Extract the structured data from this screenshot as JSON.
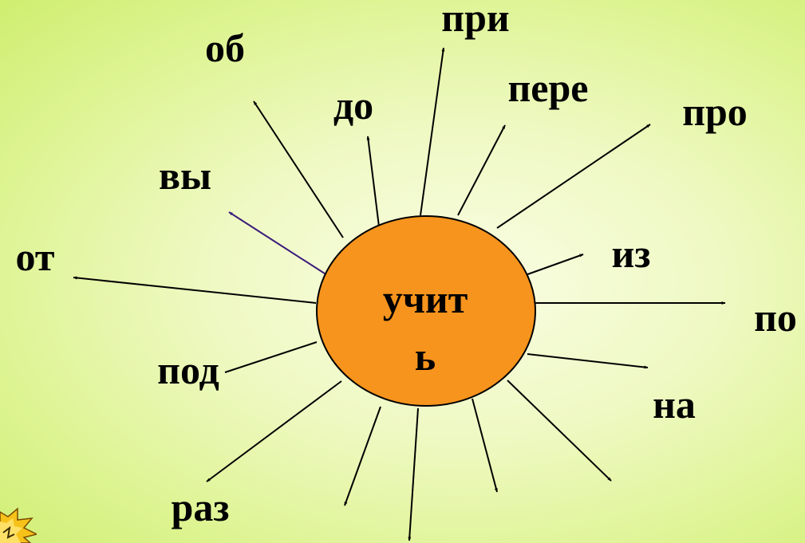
{
  "center": {
    "line1": "учит",
    "line2": "ь"
  },
  "prefixes": [
    {
      "id": "pri",
      "label": "при"
    },
    {
      "id": "ob",
      "label": "об"
    },
    {
      "id": "do",
      "label": "до"
    },
    {
      "id": "pere",
      "label": "пере"
    },
    {
      "id": "pro",
      "label": "про"
    },
    {
      "id": "vy",
      "label": "вы"
    },
    {
      "id": "ot",
      "label": "от"
    },
    {
      "id": "iz",
      "label": "из"
    },
    {
      "id": "po",
      "label": "по"
    },
    {
      "id": "pod",
      "label": "под"
    },
    {
      "id": "na",
      "label": "на"
    },
    {
      "id": "raz",
      "label": "раз"
    }
  ],
  "colors": {
    "circle_fill": "#f7941d",
    "circle_stroke": "#000000",
    "arrow": "#000000",
    "arrow_vy": "#3b1c7a",
    "background_edge": "#cfee6f",
    "background_center": "#f9fde3"
  },
  "decorations": {
    "corner_icon": "star-burst-icon"
  }
}
